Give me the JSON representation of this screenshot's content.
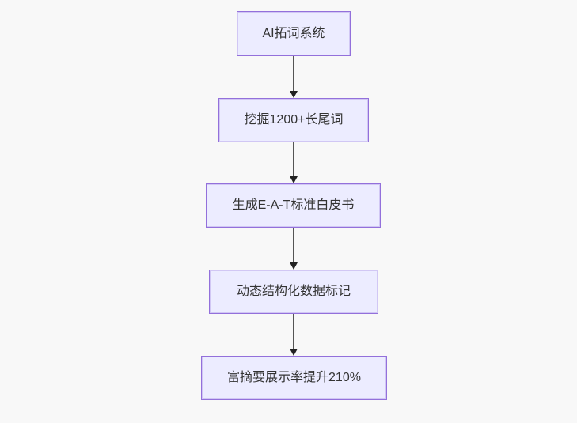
{
  "page": {
    "background_color": "#f8f8f8"
  },
  "flowchart": {
    "type": "flowchart-top-down",
    "node_fill_color": "#ECECFF",
    "node_border_color": "#9370DB",
    "arrow_color": "#333333",
    "text_color": "#333333",
    "nodes": [
      {
        "label": "AI拓词系统"
      },
      {
        "label": "挖掘1200+长尾词"
      },
      {
        "label": "生成E-A-T标准白皮书"
      },
      {
        "label": "动态结构化数据标记"
      },
      {
        "label": "富摘要展示率提升210%"
      }
    ],
    "edges": [
      {
        "from": "AI拓词系统",
        "to": "挖掘1200+长尾词"
      },
      {
        "from": "挖掘1200+长尾词",
        "to": "生成E-A-T标准白皮书"
      },
      {
        "from": "生成E-A-T标准白皮书",
        "to": "动态结构化数据标记"
      },
      {
        "from": "动态结构化数据标记",
        "to": "富摘要展示率提升210%"
      }
    ]
  }
}
